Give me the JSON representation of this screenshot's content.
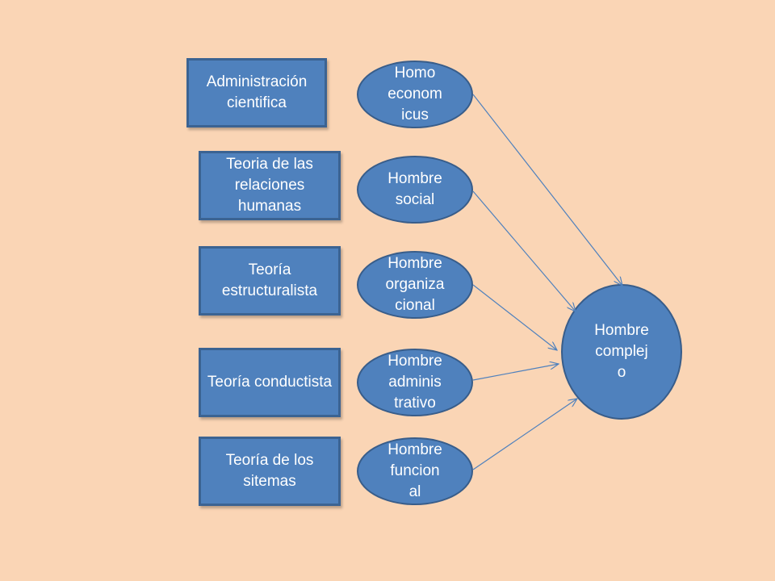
{
  "theories": [
    {
      "label": "Administración cientifica"
    },
    {
      "label": "Teoria de las relaciones humanas"
    },
    {
      "label": "Teoría estructuralista"
    },
    {
      "label": "Teoría conductista"
    },
    {
      "label": "Teoría de los sitemas"
    }
  ],
  "man_types": [
    {
      "lines": [
        "Homo",
        "econom",
        "icus"
      ]
    },
    {
      "lines": [
        "Hombre",
        "social"
      ]
    },
    {
      "lines": [
        "Hombre",
        "organiza",
        "cional"
      ]
    },
    {
      "lines": [
        "Hombre",
        "adminis",
        "trativo"
      ]
    },
    {
      "lines": [
        "Hombre",
        "funcion",
        "al"
      ]
    }
  ],
  "target": {
    "lines": [
      "Hombre",
      "complej",
      "o"
    ]
  },
  "colors": {
    "background": "#fad5b5",
    "shape_fill": "#4f81bd",
    "shape_border": "#3b6392",
    "arrow": "#4f81bd",
    "text": "#ffffff"
  }
}
